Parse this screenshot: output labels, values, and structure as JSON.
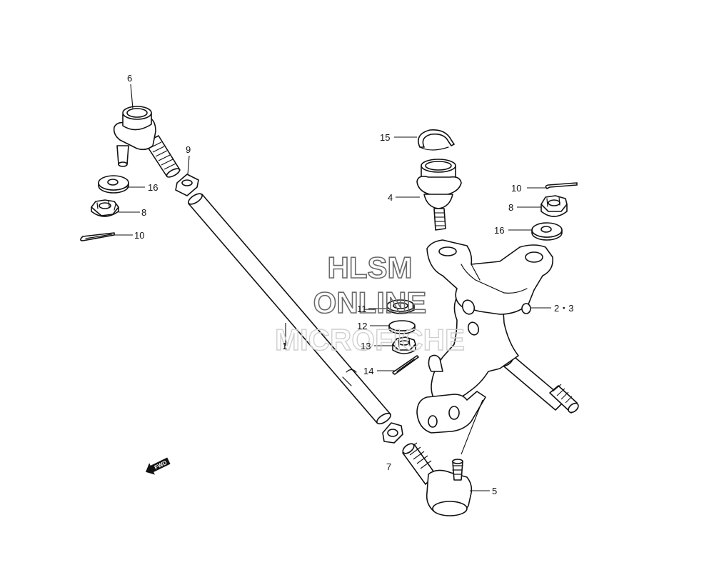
{
  "callouts": {
    "c6": "6",
    "c9": "9",
    "c16_left": "16",
    "c8_left": "8",
    "c10_left": "10",
    "c15": "15",
    "c4": "4",
    "c10_right": "10",
    "c8_right": "8",
    "c16_right": "16",
    "c11": "11",
    "c12": "12",
    "c13": "13",
    "c14": "14",
    "c1": "1",
    "c23": "2・3",
    "c7": "7",
    "c5": "5"
  },
  "fwd_label": "FWD",
  "watermark": {
    "line1": "HLSM",
    "line2": "ONLINE",
    "line3": "MICROFICHE"
  }
}
